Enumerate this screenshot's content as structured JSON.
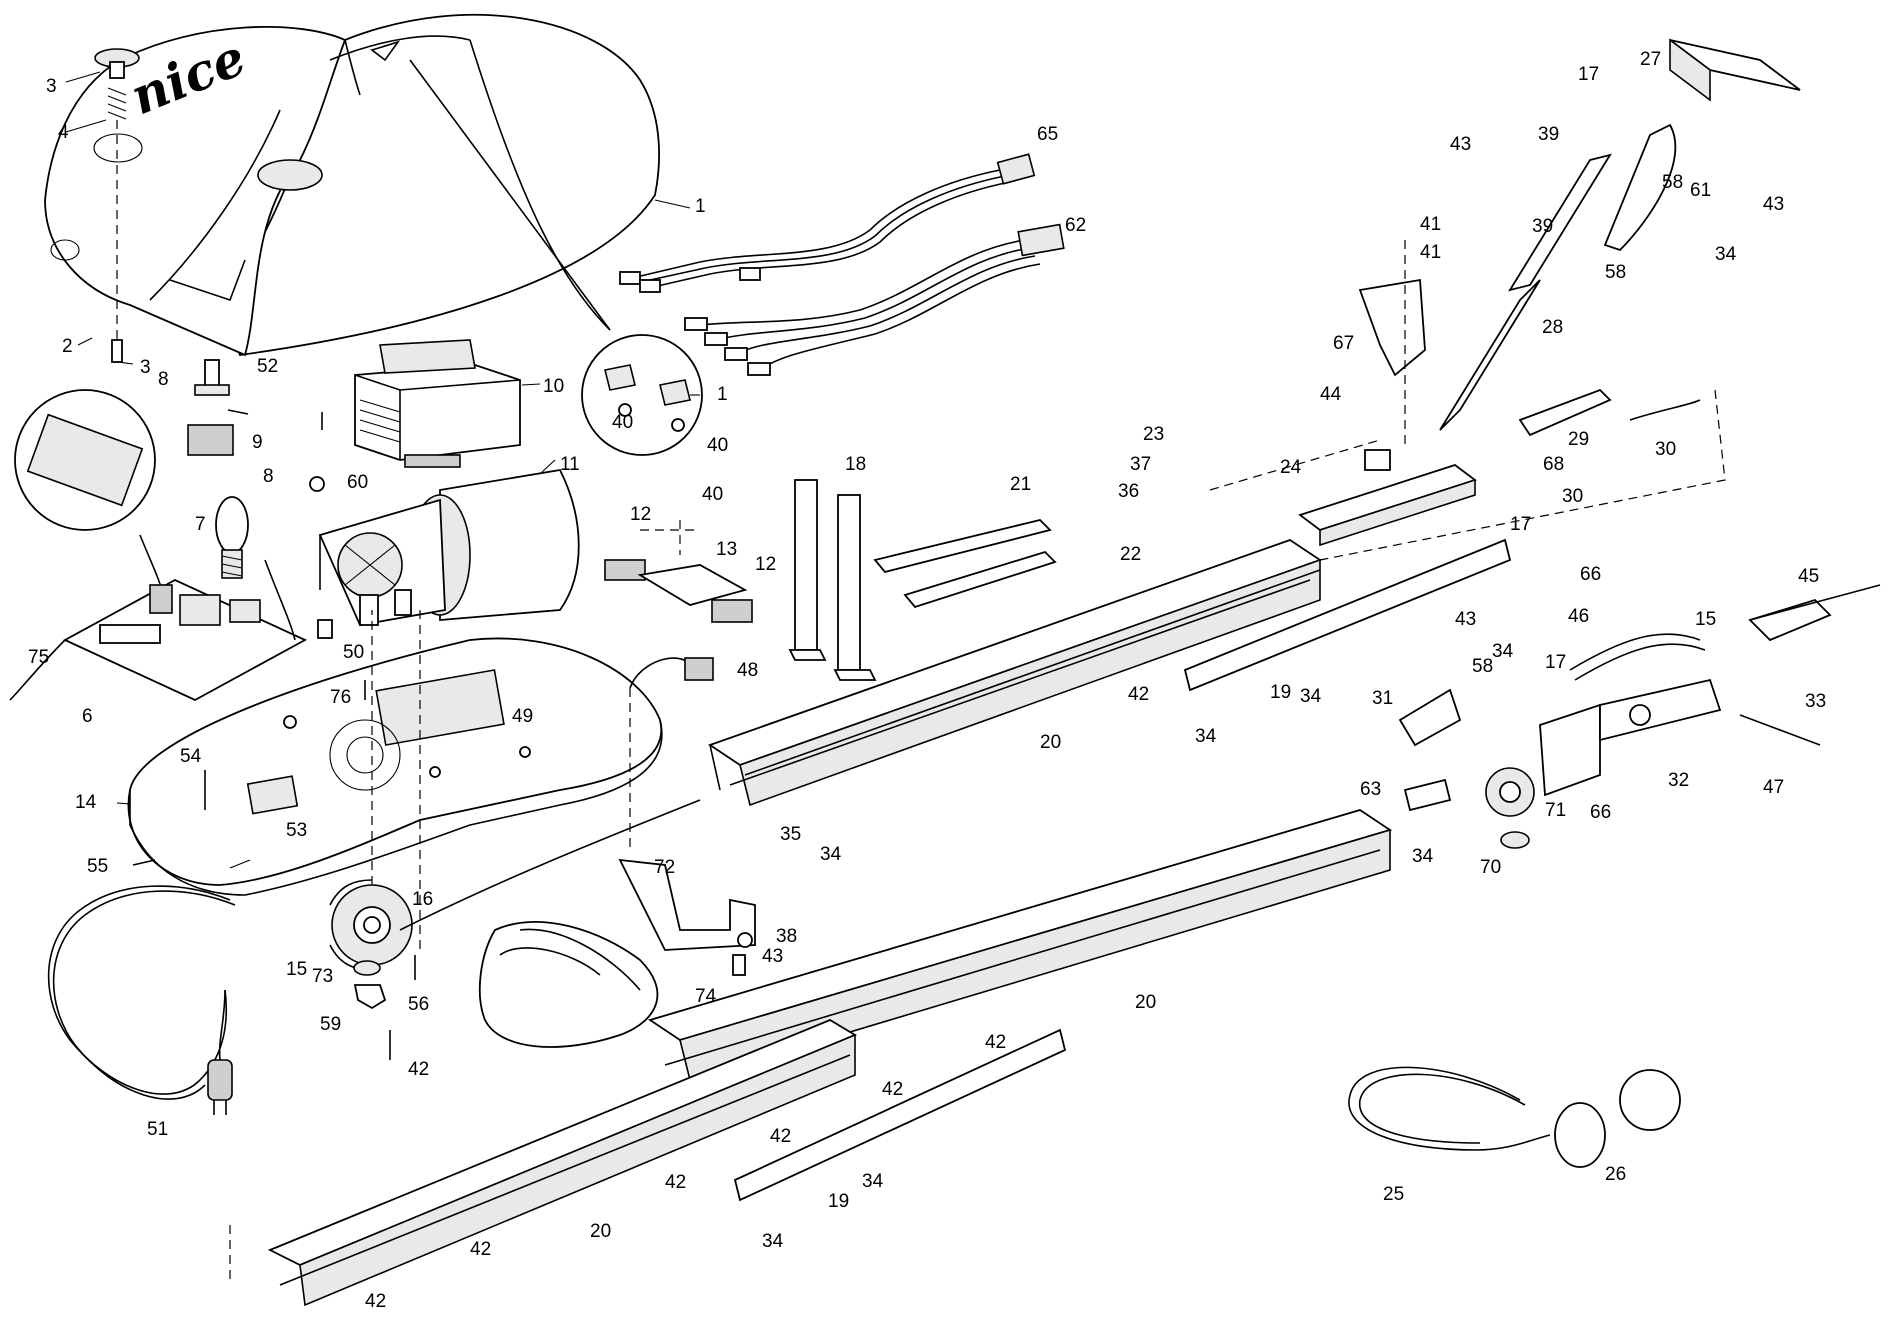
{
  "brand": {
    "logo_text": "nice"
  },
  "callouts": [
    {
      "id": "c1",
      "text": "1"
    },
    {
      "id": "c2",
      "text": "2"
    },
    {
      "id": "c3a",
      "text": "3"
    },
    {
      "id": "c3b",
      "text": "3"
    },
    {
      "id": "c4",
      "text": "4"
    },
    {
      "id": "c6",
      "text": "6"
    },
    {
      "id": "c7",
      "text": "7"
    },
    {
      "id": "c8a",
      "text": "8"
    },
    {
      "id": "c8b",
      "text": "8"
    },
    {
      "id": "c9",
      "text": "9"
    },
    {
      "id": "c10",
      "text": "10"
    },
    {
      "id": "c11",
      "text": "11"
    },
    {
      "id": "c12a",
      "text": "12"
    },
    {
      "id": "c12b",
      "text": "12"
    },
    {
      "id": "c13",
      "text": "13"
    },
    {
      "id": "c14",
      "text": "14"
    },
    {
      "id": "c15a",
      "text": "15"
    },
    {
      "id": "c15b",
      "text": "15"
    },
    {
      "id": "c16",
      "text": "16"
    },
    {
      "id": "c17a",
      "text": "17"
    },
    {
      "id": "c17b",
      "text": "17"
    },
    {
      "id": "c17c",
      "text": "17"
    },
    {
      "id": "c18",
      "text": "18"
    },
    {
      "id": "c19a",
      "text": "19"
    },
    {
      "id": "c19b",
      "text": "19"
    },
    {
      "id": "c20a",
      "text": "20"
    },
    {
      "id": "c20b",
      "text": "20"
    },
    {
      "id": "c20c",
      "text": "20"
    },
    {
      "id": "c21",
      "text": "21"
    },
    {
      "id": "c22",
      "text": "22"
    },
    {
      "id": "c23",
      "text": "23"
    },
    {
      "id": "c24",
      "text": "24"
    },
    {
      "id": "c25",
      "text": "25"
    },
    {
      "id": "c26",
      "text": "26"
    },
    {
      "id": "c27",
      "text": "27"
    },
    {
      "id": "c28",
      "text": "28"
    },
    {
      "id": "c29",
      "text": "29"
    },
    {
      "id": "c30a",
      "text": "30"
    },
    {
      "id": "c30b",
      "text": "30"
    },
    {
      "id": "c31",
      "text": "31"
    },
    {
      "id": "c32",
      "text": "32"
    },
    {
      "id": "c33",
      "text": "33"
    },
    {
      "id": "c34a",
      "text": "34"
    },
    {
      "id": "c34b",
      "text": "34"
    },
    {
      "id": "c34c",
      "text": "34"
    },
    {
      "id": "c34d",
      "text": "34"
    },
    {
      "id": "c34e",
      "text": "34"
    },
    {
      "id": "c34f",
      "text": "34"
    },
    {
      "id": "c34g",
      "text": "34"
    },
    {
      "id": "c34h",
      "text": "34"
    },
    {
      "id": "c35",
      "text": "35"
    },
    {
      "id": "c36",
      "text": "36"
    },
    {
      "id": "c37",
      "text": "37"
    },
    {
      "id": "c38",
      "text": "38"
    },
    {
      "id": "c39a",
      "text": "39"
    },
    {
      "id": "c39b",
      "text": "39"
    },
    {
      "id": "c40a",
      "text": "40"
    },
    {
      "id": "c40b",
      "text": "40"
    },
    {
      "id": "c40c",
      "text": "40"
    },
    {
      "id": "c41a",
      "text": "41"
    },
    {
      "id": "c41b",
      "text": "41"
    },
    {
      "id": "c42a",
      "text": "42"
    },
    {
      "id": "c42b",
      "text": "42"
    },
    {
      "id": "c42c",
      "text": "42"
    },
    {
      "id": "c42d",
      "text": "42"
    },
    {
      "id": "c42e",
      "text": "42"
    },
    {
      "id": "c42f",
      "text": "42"
    },
    {
      "id": "c42g",
      "text": "42"
    },
    {
      "id": "c42h",
      "text": "42"
    },
    {
      "id": "c43a",
      "text": "43"
    },
    {
      "id": "c43b",
      "text": "43"
    },
    {
      "id": "c43c",
      "text": "43"
    },
    {
      "id": "c43d",
      "text": "43"
    },
    {
      "id": "c44",
      "text": "44"
    },
    {
      "id": "c45",
      "text": "45"
    },
    {
      "id": "c46",
      "text": "46"
    },
    {
      "id": "c47",
      "text": "47"
    },
    {
      "id": "c48",
      "text": "48"
    },
    {
      "id": "c49",
      "text": "49"
    },
    {
      "id": "c50",
      "text": "50"
    },
    {
      "id": "c51",
      "text": "51"
    },
    {
      "id": "c52",
      "text": "52"
    },
    {
      "id": "c53",
      "text": "53"
    },
    {
      "id": "c54",
      "text": "54"
    },
    {
      "id": "c55",
      "text": "55"
    },
    {
      "id": "c56",
      "text": "56"
    },
    {
      "id": "c58a",
      "text": "58"
    },
    {
      "id": "c58b",
      "text": "58"
    },
    {
      "id": "c58c",
      "text": "58"
    },
    {
      "id": "c59",
      "text": "59"
    },
    {
      "id": "c60",
      "text": "60"
    },
    {
      "id": "c61",
      "text": "61"
    },
    {
      "id": "c62",
      "text": "62"
    },
    {
      "id": "c63",
      "text": "63"
    },
    {
      "id": "c65",
      "text": "65"
    },
    {
      "id": "c66a",
      "text": "66"
    },
    {
      "id": "c66b",
      "text": "66"
    },
    {
      "id": "c67",
      "text": "67"
    },
    {
      "id": "c68",
      "text": "68"
    },
    {
      "id": "c70",
      "text": "70"
    },
    {
      "id": "c71",
      "text": "71"
    },
    {
      "id": "c72",
      "text": "72"
    },
    {
      "id": "c73",
      "text": "73"
    },
    {
      "id": "c74",
      "text": "74"
    },
    {
      "id": "c75",
      "text": "75"
    },
    {
      "id": "c76",
      "text": "76"
    },
    {
      "id": "c1b",
      "text": "1"
    }
  ]
}
